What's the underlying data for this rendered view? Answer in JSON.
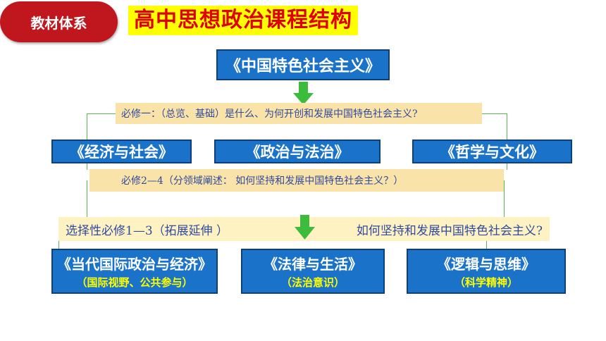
{
  "header": {
    "tag": "教材体系",
    "title": "高中思想政治课程结构"
  },
  "top": {
    "label": "《中国特色社会主义》"
  },
  "compulsory1": {
    "text": "必修一：（总览、基础）是什么、为何开创和发展中国特色社会主义?"
  },
  "middle": [
    {
      "label": "《经济与社会》"
    },
    {
      "label": "《政治与法治》"
    },
    {
      "label": "《哲学与文化》"
    }
  ],
  "compulsory2_4": {
    "text": "必修2—4（分领域阐述：  如何坚持和发展中国特色社会主义？）"
  },
  "elective": {
    "left": "选择性必修1—3（拓展延伸 ）",
    "right": "如何坚持和发展中国特色社会主义?"
  },
  "bottom": [
    {
      "label": "《当代国际政治与经济》",
      "sub": "（国际视野、公共参与）"
    },
    {
      "label": "《法律与生活》",
      "sub": "（法治意识）"
    },
    {
      "label": "《逻辑与思维》",
      "sub": "（科学精神）"
    }
  ],
  "colors": {
    "accent_red": "#c0171f",
    "title_bg": "#ffff00",
    "title_text": "#e00000",
    "box_blue": "#1a73c8",
    "bar_bg": "#f9e3a8",
    "arrow_green": "#3dbb3d"
  }
}
